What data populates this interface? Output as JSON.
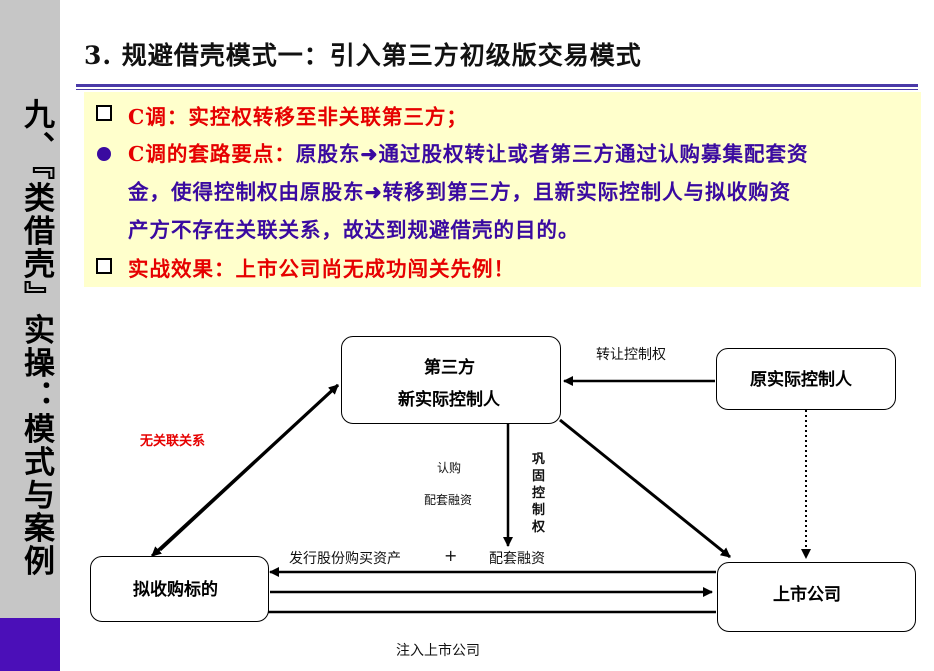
{
  "sidebar": {
    "chapter": "九、『类借壳』实操：模式与案例"
  },
  "title": "3. 规避借壳模式一：引入第三方初级版交易模式",
  "points": [
    {
      "kind": "square",
      "label": "C调：",
      "text": "实控权转移至非关联第三方；"
    },
    {
      "kind": "bullet",
      "label": "C调的套路要点：",
      "lines": [
        "原股东➜通过股权转让或者第三方通过认购募集配套资",
        "金，使得控制权由原股东➜转移到第三方，且新实际控制人与拟收购资",
        "产方不存在关联关系，故达到规避借壳的目的。"
      ]
    },
    {
      "kind": "square",
      "text": "实战效果：上市公司尚无成功闯关先例！"
    }
  ],
  "diagram": {
    "third_party": [
      "第三方",
      "新实际控制人"
    ],
    "original_controller": "原实际控制人",
    "target": "拟收购标的",
    "listed_company": "上市公司",
    "labels": {
      "transfer_control": "转让控制权",
      "no_relation": "无关联关系",
      "subscribe": "认购",
      "matching_fund": "配套融资",
      "consolidate": "巩固控制权",
      "issue_shares": "发行股份购买资产",
      "plus": "+",
      "matching_fund2": "配套融资",
      "inject": "注入上市公司"
    }
  },
  "colors": {
    "sidebar": "#c6c6c6",
    "accent": "#4b0fb8",
    "panel": "#ffffcc",
    "red": "#e60000",
    "purple": "#3a0aa0"
  }
}
